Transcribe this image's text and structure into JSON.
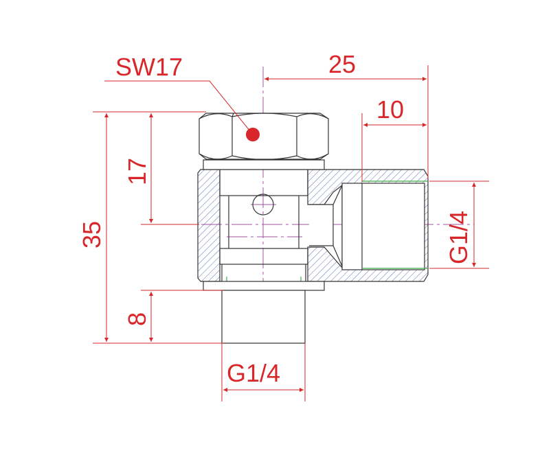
{
  "drawing": {
    "callout": "SW17",
    "dimensions": {
      "overall_width": "25",
      "thread_depth": "10",
      "nut_to_axis": "17",
      "overall_height": "35",
      "nipple_length": "8",
      "side_thread": "G1/4",
      "bottom_thread": "G1/4"
    },
    "colors": {
      "dimension": "#d8262a",
      "outline": "#333333",
      "hatch": "#3a4aa0",
      "centerline": "#a050a0",
      "thread": "#3cb043"
    }
  }
}
